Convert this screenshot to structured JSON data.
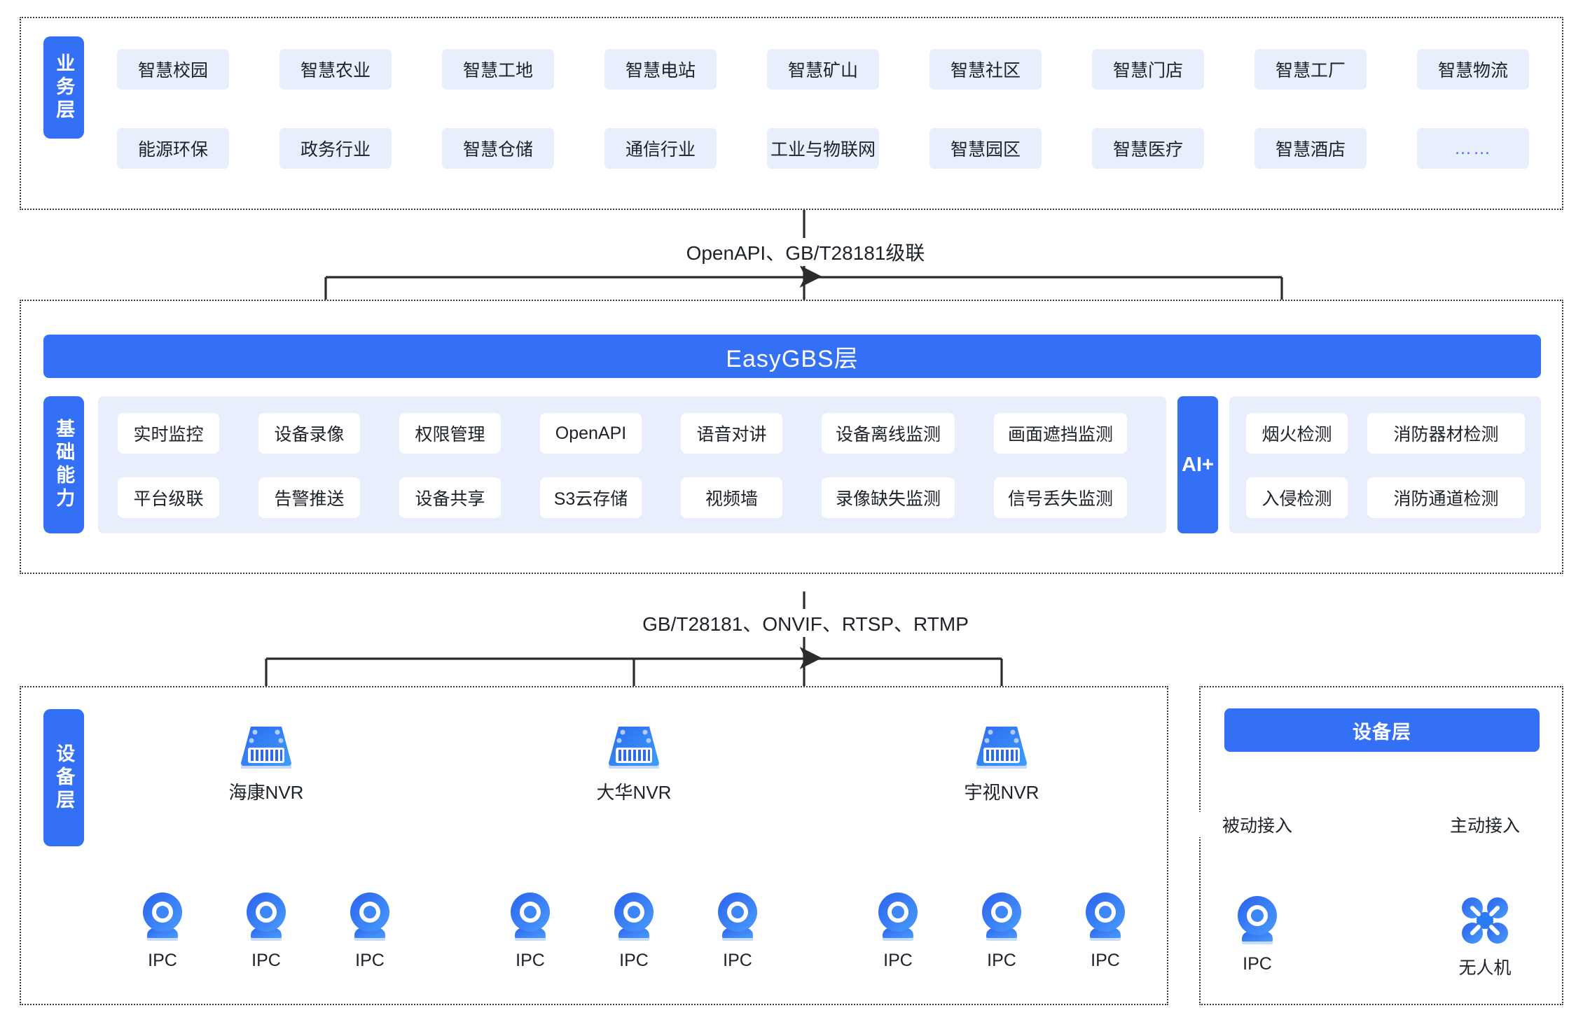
{
  "business_layer": {
    "tab_label": "业务层",
    "rows": [
      [
        {
          "label": "智慧校园"
        },
        {
          "label": "智慧农业"
        },
        {
          "label": "智慧工地"
        },
        {
          "label": "智慧电站"
        },
        {
          "label": "智慧矿山"
        },
        {
          "label": "智慧社区"
        },
        {
          "label": "智慧门店"
        },
        {
          "label": "智慧工厂"
        },
        {
          "label": "智慧物流"
        }
      ],
      [
        {
          "label": "能源环保"
        },
        {
          "label": "政务行业"
        },
        {
          "label": "智慧仓储"
        },
        {
          "label": "通信行业"
        },
        {
          "label": "工业与物联网"
        },
        {
          "label": "智慧园区"
        },
        {
          "label": "智慧医疗"
        },
        {
          "label": "智慧酒店"
        },
        {
          "label": "……",
          "is_dots": true
        }
      ]
    ]
  },
  "bus_top": {
    "label": "OpenAPI、GB/T28181级联"
  },
  "bus_bottom": {
    "label": "GB/T28181、ONVIF、RTSP、RTMP"
  },
  "platform_layer": {
    "banner_label": "EasyGBS层",
    "tab_label": "基础能力",
    "capabilities": [
      [
        "实时监控",
        "设备录像",
        "权限管理",
        "OpenAPI",
        "语音对讲",
        "设备离线监测",
        "画面遮挡监测"
      ],
      [
        "平台级联",
        "告警推送",
        "设备共享",
        "S3云存储",
        "视频墙",
        "录像缺失监测",
        "信号丢失监测"
      ]
    ],
    "ai_tab_label": "AI+",
    "ai_capabilities": [
      [
        "烟火检测",
        "消防器材检测"
      ],
      [
        "入侵检测",
        "消防通道检测"
      ]
    ]
  },
  "device_layer_left": {
    "tab_label": "设备层",
    "nvrs": [
      {
        "label": "海康NVR",
        "icon": "nvr-icon",
        "children": [
          "IPC",
          "IPC",
          "IPC"
        ]
      },
      {
        "label": "大华NVR",
        "icon": "nvr-icon",
        "children": [
          "IPC",
          "IPC",
          "IPC"
        ]
      },
      {
        "label": "宇视NVR",
        "icon": "nvr-icon",
        "children": [
          "IPC",
          "IPC",
          "IPC"
        ]
      }
    ]
  },
  "device_layer_right": {
    "banner_label": "设备层",
    "branches": [
      {
        "edge_label": "被动接入",
        "node_label": "IPC",
        "icon": "camera-icon"
      },
      {
        "edge_label": "主动接入",
        "node_label": "无人机",
        "icon": "drone-icon"
      }
    ]
  },
  "colors": {
    "brand_blue": "#3370f5",
    "chip_bg": "#e8eefc",
    "line": "#2b2b2b",
    "text": "#1d2129"
  }
}
